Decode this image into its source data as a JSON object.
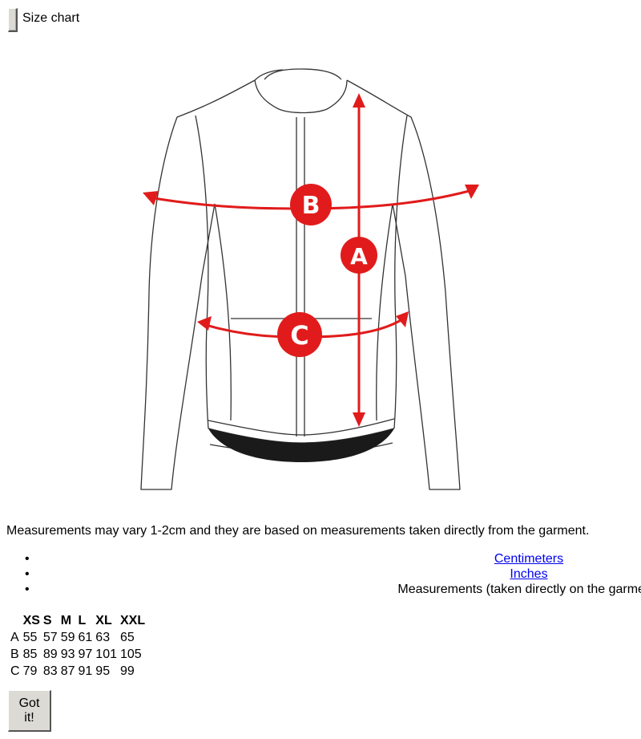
{
  "header": {
    "title": "Size chart"
  },
  "figure": {
    "labels": {
      "a": "A",
      "b": "B",
      "c": "C"
    },
    "accent_color": "#e11b1b"
  },
  "note": "Measurements may vary 1-2cm and they are based on measurements taken directly from the garment.",
  "units": {
    "items": [
      "Centimeters",
      "Inches",
      "Measurements (taken directly on the garment)"
    ]
  },
  "table": {
    "headers": [
      "",
      "XS",
      "S",
      "M",
      "L",
      "XL",
      "XXL"
    ],
    "rows": [
      [
        "A",
        "55",
        "57",
        "59",
        "61",
        "63",
        "65"
      ],
      [
        "B",
        "85",
        "89",
        "93",
        "97",
        "101",
        "105"
      ],
      [
        "C",
        "79",
        "83",
        "87",
        "91",
        "95",
        "99"
      ]
    ]
  },
  "footer": {
    "button_label": "Got it!"
  }
}
